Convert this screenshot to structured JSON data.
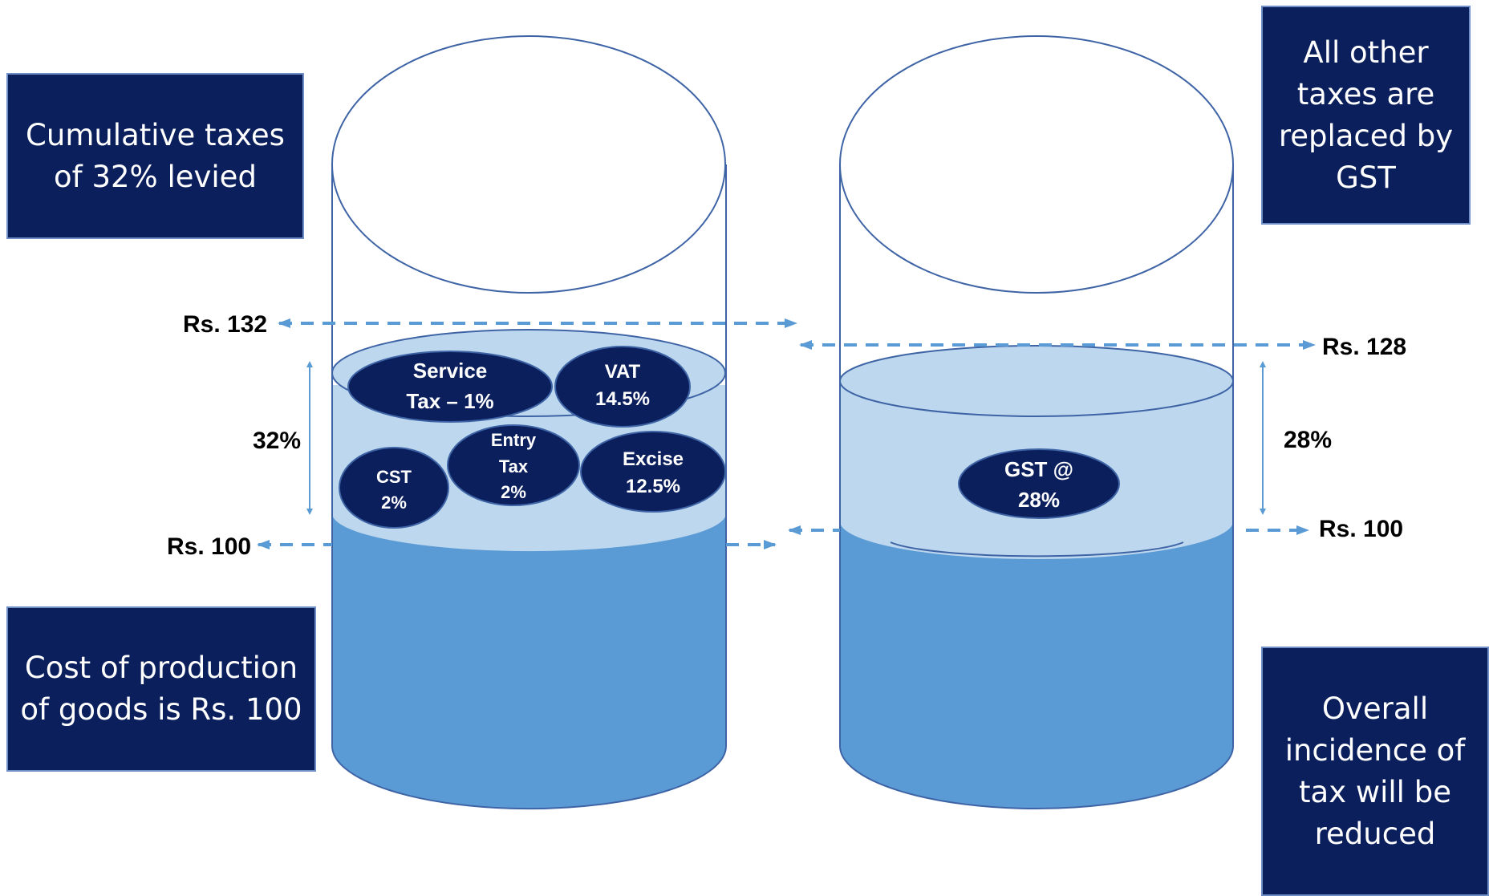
{
  "boxes": {
    "cumulative": "Cumulative taxes\nof 32% levied",
    "replaced": "All other\ntaxes are\nreplaced by\nGST",
    "cost": "Cost of production\nof goods is Rs. 100",
    "overall": "Overall\nincidence of\ntax will be\nreduced"
  },
  "levels": {
    "left_top": "Rs. 132",
    "left_bottom": "Rs. 100",
    "right_top": "Rs. 128",
    "right_bottom": "Rs. 100"
  },
  "spans": {
    "left_pct": "32%",
    "right_pct": "28%"
  },
  "left_taxes": {
    "service": [
      "Service",
      "Tax – 1%"
    ],
    "vat": [
      "VAT",
      "14.5%"
    ],
    "cst": [
      "CST",
      "2%"
    ],
    "entry": [
      "Entry",
      "Tax",
      "2%"
    ],
    "excise": [
      "Excise",
      "12.5%"
    ]
  },
  "right_tax": [
    "GST @",
    "28%"
  ],
  "colors": {
    "navy": "#0b1f5c",
    "liquid_dark": "#5b9bd5",
    "liquid_light": "#bdd7ee",
    "outline": "#3e64a6",
    "arrow": "#5b9bd5"
  }
}
